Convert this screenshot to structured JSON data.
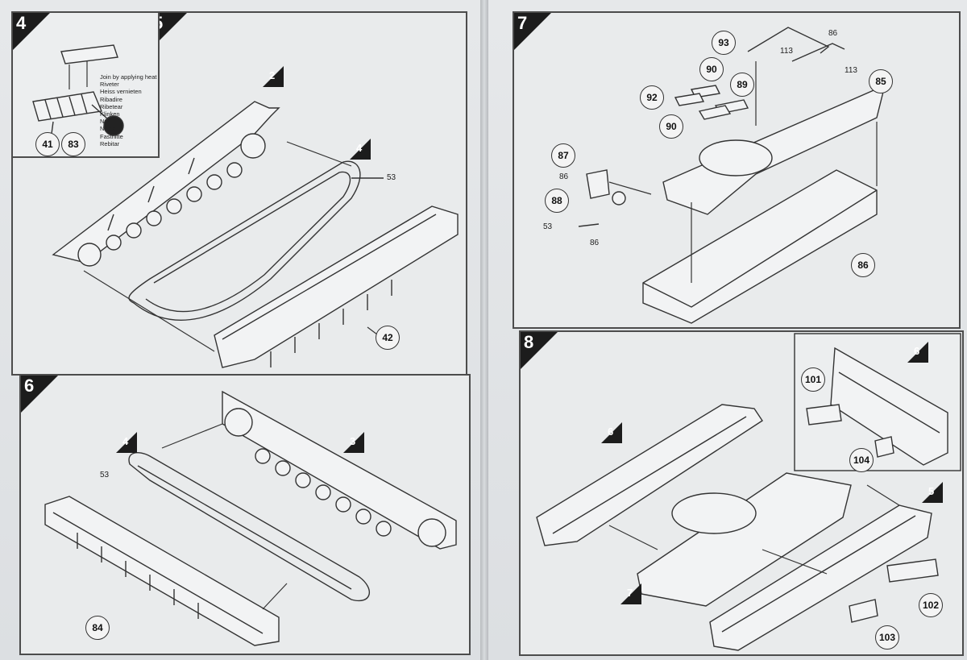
{
  "page": {
    "background": "#c9ccd0",
    "paper": "#e6e8ea",
    "ink": "#333333"
  },
  "steps": {
    "s4": {
      "number": "4"
    },
    "s5": {
      "number": "5"
    },
    "s6": {
      "number": "6"
    },
    "s7": {
      "number": "7"
    },
    "s8": {
      "number": "8"
    }
  },
  "step4": {
    "parts": [
      "41",
      "83"
    ],
    "join_note": [
      "Join by applying heat",
      "Riveter",
      "Heiss vernieten",
      "Ribadire",
      "Ribetear",
      "Klinken",
      "Nita",
      "Niitaa",
      "Fastnitte",
      "Rebitar"
    ]
  },
  "step5": {
    "ref_flags": [
      "2",
      "4"
    ],
    "labels": [
      "53"
    ],
    "parts": [
      "42"
    ]
  },
  "step6": {
    "ref_flags": [
      "4",
      "3"
    ],
    "labels": [
      "53"
    ],
    "parts": [
      "84"
    ]
  },
  "step7": {
    "parts": [
      "93",
      "90",
      "89",
      "92",
      "90",
      "85",
      "87",
      "88",
      "86"
    ],
    "labels": [
      "86",
      "113",
      "113",
      "86",
      "53",
      "86"
    ]
  },
  "step8": {
    "ref_flags": [
      "6",
      "6",
      "5",
      "7"
    ],
    "parts": [
      "101",
      "104",
      "102",
      "103"
    ]
  }
}
